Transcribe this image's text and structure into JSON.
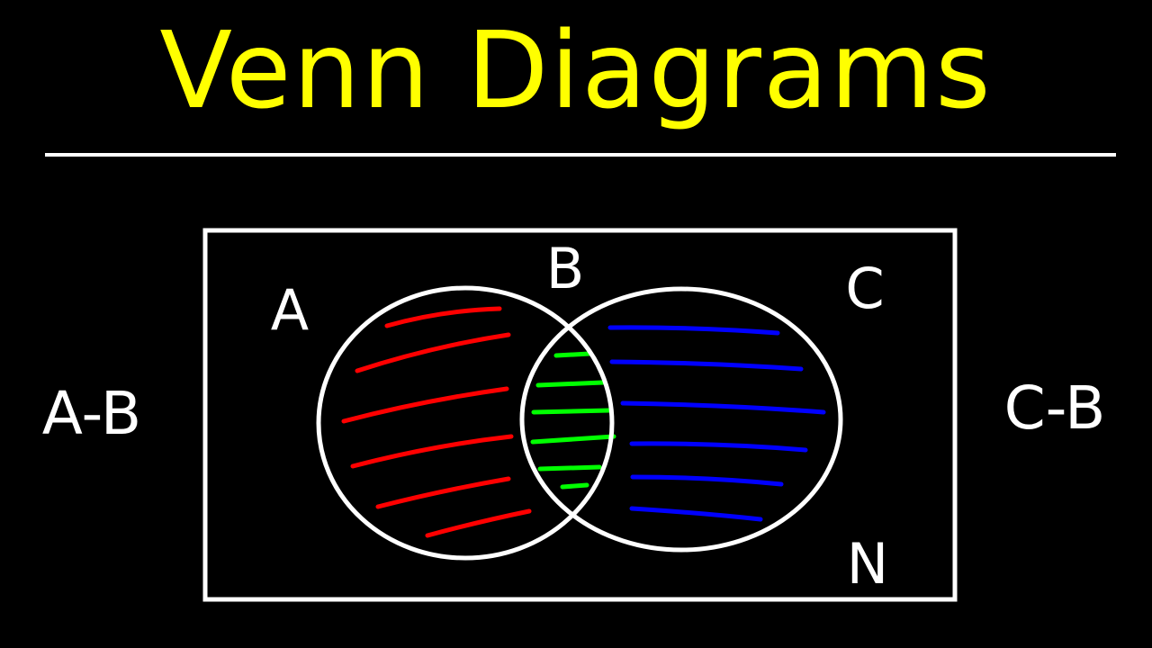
{
  "title": "Venn Diagrams",
  "colors": {
    "background": "#000000",
    "title": "#ffff00",
    "outline": "#ffffff",
    "set_a_only": "#ff0000",
    "intersection": "#00ff00",
    "set_c_only": "#0000ff"
  },
  "diagram": {
    "universe_label": "N",
    "sets": [
      {
        "id": "A",
        "label": "A"
      },
      {
        "id": "B",
        "label": "B"
      },
      {
        "id": "C",
        "label": "C"
      }
    ],
    "side_labels": {
      "left": "A-B",
      "right": "C-B"
    }
  }
}
